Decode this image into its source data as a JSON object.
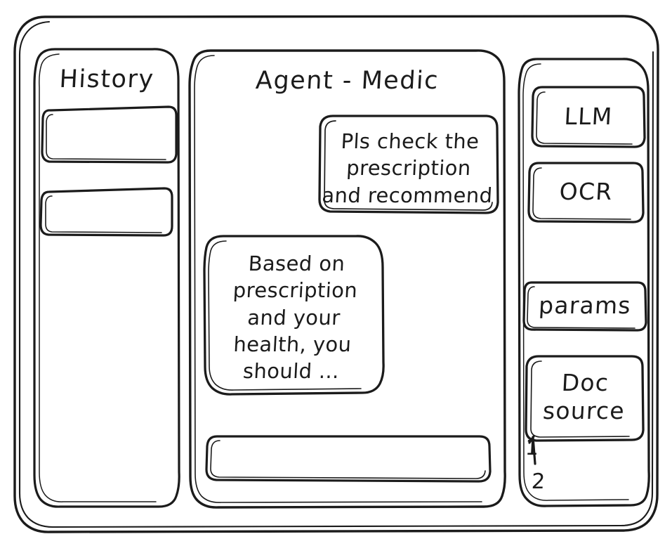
{
  "app": {
    "frame_label": "app-window",
    "stroke_color": "#1b1b1b",
    "background_color": "#ffffff",
    "style": "hand-drawn wireframe"
  },
  "sidebar_left": {
    "title": "History",
    "items": [
      {
        "label": "",
        "name": "history-item-1"
      },
      {
        "label": "",
        "name": "history-item-2"
      }
    ]
  },
  "main": {
    "title": "Agent - Medic",
    "messages": [
      {
        "role": "user",
        "text": "Pls check the\nprescription\nand recommend",
        "align": "right"
      },
      {
        "role": "agent",
        "text": "Based on\nprescription\nand your\nhealth, you\nshould ...",
        "align": "left"
      }
    ],
    "composer": {
      "value": "",
      "placeholder": ""
    }
  },
  "sidebar_right": {
    "chips": [
      {
        "label": "LLM",
        "name": "chip-llm"
      },
      {
        "label": "OCR",
        "name": "chip-ocr"
      },
      {
        "label": "params",
        "name": "chip-params"
      },
      {
        "label": "Doc\nsource",
        "name": "chip-doc-source"
      }
    ],
    "markers": [
      "1",
      "2"
    ]
  }
}
